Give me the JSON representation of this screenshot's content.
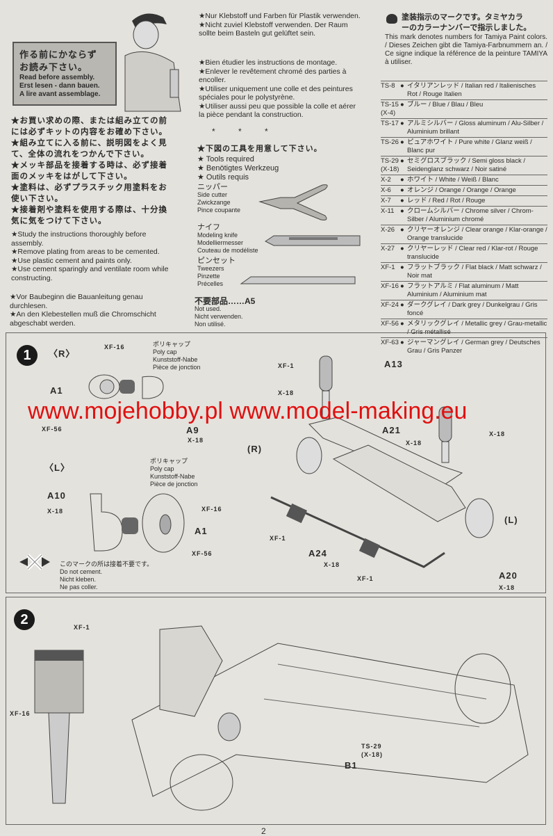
{
  "intro": {
    "sign_jp": [
      "作る前にかならず",
      "お読み下さい。"
    ],
    "sign_en": "Read before assembly.",
    "sign_de": "Erst lesen - dann bauen.",
    "sign_fr": "A lire avant assemblage.",
    "jp_notes": [
      "★お買い求めの際、または組み立ての前",
      "には必ずキットの内容をお確め下さい。",
      "★組み立てに入る前に、説明図をよく見",
      "て、全体の流れをつかんで下さい。",
      "★メッキ部品を接着する時は、必ず接着",
      "面のメッキをはがして下さい。",
      "★塗料は、必ずプラスチック用塗料をお",
      "使い下さい。",
      "★接着剤や塗料を使用する際は、十分換",
      "気に気をつけて下さい。"
    ],
    "en_notes": [
      "★Study the instructions thoroughly before assembly.",
      "★Remove plating from areas to be cemented.",
      "★Use plastic cement and paints only.",
      "★Use cement sparingly and ventilate room while constructing."
    ],
    "de_notes": [
      "★Vor Baubeginn die Bauanleitung genau durchlesen.",
      "★An den Klebestellen muß die Chromschicht abgeschabt werden.",
      "★Nur Klebstoff und Farben für Plastik verwenden.",
      "★Nicht zuviel Klebstoff verwenden. Der Raum sollte beim Basteln gut gelüftet sein."
    ],
    "fr_notes": [
      "★Bien étudier les instructions de montage.",
      "★Enlever le revêtement chromé des parties à encoller.",
      "★Utiliser uniquement une colle et des peintures spéciales pour le polystyrène.",
      "★Utiliser aussi peu que possible la colle et aérer la pièce pendant la construction."
    ],
    "separator": "*          *          *"
  },
  "tools": {
    "jp": "★下図の工具を用意して下さい。",
    "en": "★ Tools required",
    "de": "★ Benötigtes Werkzeug",
    "fr": "★ Outils requis",
    "items": [
      {
        "jp": "ニッパー",
        "en": "Side cutter",
        "de": "Zwickzange",
        "fr": "Pince coupante"
      },
      {
        "jp": "ナイフ",
        "en": "Modeling knife",
        "de": "Modelliermesser",
        "fr": "Couteau de modéliste"
      },
      {
        "jp": "ピンセット",
        "en": "Tweezers",
        "de": "Pinzette",
        "fr": "Précelles"
      }
    ],
    "not_used": {
      "jp": "不要部品……A5",
      "en": "Not used.",
      "de": "Nicht verwenden.",
      "fr": "Non utilisé."
    }
  },
  "paint": {
    "header_jp": [
      "塗装指示のマークです。タミヤカラ",
      "ーのカラーナンバーで指示しました。"
    ],
    "header": "This mark denotes numbers for Tamiya Paint colors. / Dieses Zeichen gibt die Tamiya-Farbnummern an. / Ce signe indique la référence de la peinture TAMIYA à utiliser.",
    "rows": [
      {
        "code": "TS-8",
        "name": "イタリアンレッド / Italian red / Italienisches Rot / Rouge Italien"
      },
      {
        "code": "TS-15 (X-4)",
        "name": "ブルー / Blue / Blau / Bleu"
      },
      {
        "code": "TS-17",
        "name": "アルミシルバー / Gloss aluminum / Alu-Silber / Aluminium brillant"
      },
      {
        "code": "TS-26",
        "name": "ピュアホワイト / Pure white / Glanz weiß / Blanc pur"
      },
      {
        "code": "TS-29 (X-18)",
        "name": "セミグロスブラック / Semi gloss black / Seidenglanz schwarz / Noir satiné"
      },
      {
        "code": "X-2",
        "name": "ホワイト / White / Weiß / Blanc"
      },
      {
        "code": "X-6",
        "name": "オレンジ / Orange / Orange / Orange"
      },
      {
        "code": "X-7",
        "name": "レッド / Red / Rot / Rouge"
      },
      {
        "code": "X-11",
        "name": "クロームシルバー / Chrome silver / Chrom-Silber / Aluminium chromé"
      },
      {
        "code": "X-26",
        "name": "クリヤーオレンジ / Clear orange / Klar-orange / Orange translucide"
      },
      {
        "code": "X-27",
        "name": "クリヤーレッド / Clear red / Klar-rot / Rouge translucide"
      },
      {
        "code": "XF-1",
        "name": "フラットブラック / Flat black / Matt schwarz / Noir mat"
      },
      {
        "code": "XF-16",
        "name": "フラットアルミ / Flat aluminum / Matt Aluminium / Aluminium mat"
      },
      {
        "code": "XF-24",
        "name": "ダークグレイ / Dark grey / Dunkelgrau / Gris foncé"
      },
      {
        "code": "XF-56",
        "name": "メタリックグレイ / Metallic grey / Grau-metallic / Gris métallisé"
      },
      {
        "code": "XF-63",
        "name": "ジャーマングレイ / German grey / Deutsches Grau / Gris Panzer"
      }
    ]
  },
  "step1": {
    "number": "1",
    "r": "〈R〉",
    "l": "〈L〉",
    "polycap": {
      "jp": "ポリキャップ",
      "en": "Poly cap",
      "de": "Kunststoff-Nabe",
      "fr": "Pièce de jonction"
    },
    "labels": {
      "xf16": "XF-16",
      "xf56": "XF-56",
      "x18": "X-18",
      "xf1": "XF-1",
      "a1": "A1",
      "a9": "A9",
      "a10": "A10",
      "a13": "A13",
      "a21": "A21",
      "a24": "A24",
      "a20": "A20",
      "r2": "(R)",
      "l2": "(L)"
    },
    "no_cement": {
      "jp": "このマークの所は接着不要です。",
      "en": "Do not cement.",
      "de": "Nicht kleben.",
      "fr": "Ne pas coller."
    }
  },
  "step2": {
    "number": "2",
    "labels": {
      "xf1": "XF-1",
      "xf16": "XF-16",
      "ts29": "TS-29",
      "x18": "(X-18)",
      "b1": "B1"
    }
  },
  "page_number": "2",
  "watermark": "www.mojehobby.pl www.model-making.eu"
}
